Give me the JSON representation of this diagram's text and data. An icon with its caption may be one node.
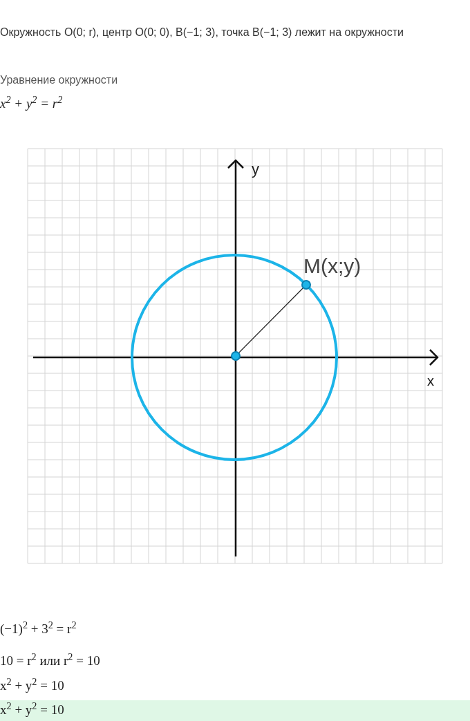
{
  "diagram": {
    "nodes": [
      {
        "text": [],
        "shape": "circle",
        "beside": [
          "M(x;y)"
        ]
      },
      {
        "text": [],
        "shape": "circle"
      }
    ],
    "edges": [
      {
        "from": 1,
        "to": 0,
        "arrow": "none"
      }
    ],
    "labels": [
      "Окружность O(0; r), центр O(0; 0), B(−1; 3), точка B(−1; 3) лежит на окружности",
      "Уравнение окружности",
      "x$^{2}$ + y$^{2}$ = r$^{2}$",
      "y",
      "x",
      "(−1)$^{2}$ + 3$^{2}$ = r$^{2}$",
      "10 = r$^{2}$ или r$^{2}$ = 10",
      "x$^{2}$ + y$^{2}$ = 10",
      "x$^{2}$ + y$^{2}$ = 10"
    ]
  }
}
